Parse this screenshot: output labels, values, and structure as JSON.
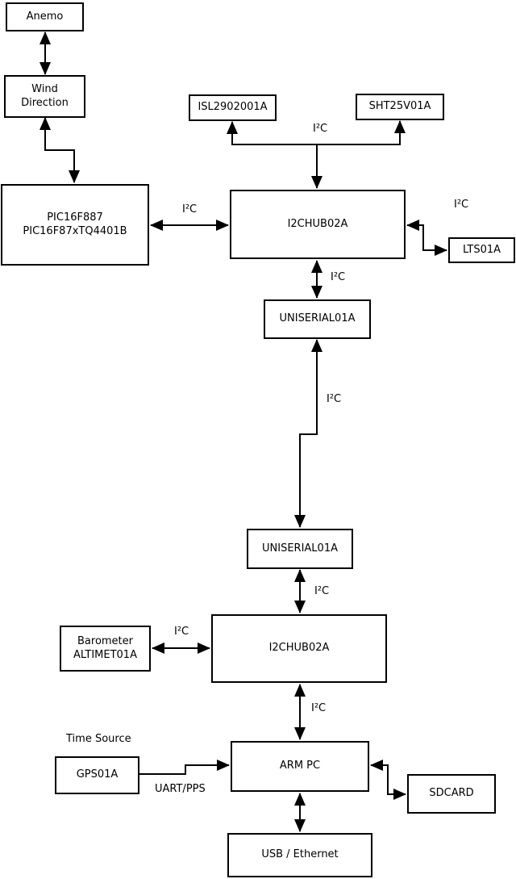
{
  "boxes": {
    "anemo": {
      "label": "Anemo"
    },
    "wind_direction": {
      "label": "Wind\nDirection"
    },
    "pic": {
      "label": "PIC16F887\nPIC16F87xTQ4401B"
    },
    "isl": {
      "label": "ISL2902001A"
    },
    "sht": {
      "label": "SHT25V01A"
    },
    "i2chub1": {
      "label": "I2CHUB02A"
    },
    "lts": {
      "label": "LTS01A"
    },
    "uniserial1": {
      "label": "UNISERIAL01A"
    },
    "uniserial2": {
      "label": "UNISERIAL01A"
    },
    "i2chub2": {
      "label": "I2CHUB02A"
    },
    "barometer": {
      "label": "Barometer\nALTIMET01A"
    },
    "gps": {
      "label": "GPS01A"
    },
    "arm_pc": {
      "label": "ARM PC"
    },
    "sdcard": {
      "label": "SDCARD"
    },
    "usb_ethernet": {
      "label": "USB / Ethernet"
    }
  },
  "edge_labels": {
    "bus_top": "I²C",
    "pic_hub": "I²C",
    "lts": "I²C",
    "hub1_uni1": "I²C",
    "uni1_uni2": "I²C",
    "uni2_hub2": "I²C",
    "baro_hub2": "I²C",
    "hub2_arm": "I²C",
    "time_source": "Time Source",
    "uart_pps": "UART/PPS"
  },
  "colors": {
    "line": "#000000",
    "background": "#ffffff"
  }
}
